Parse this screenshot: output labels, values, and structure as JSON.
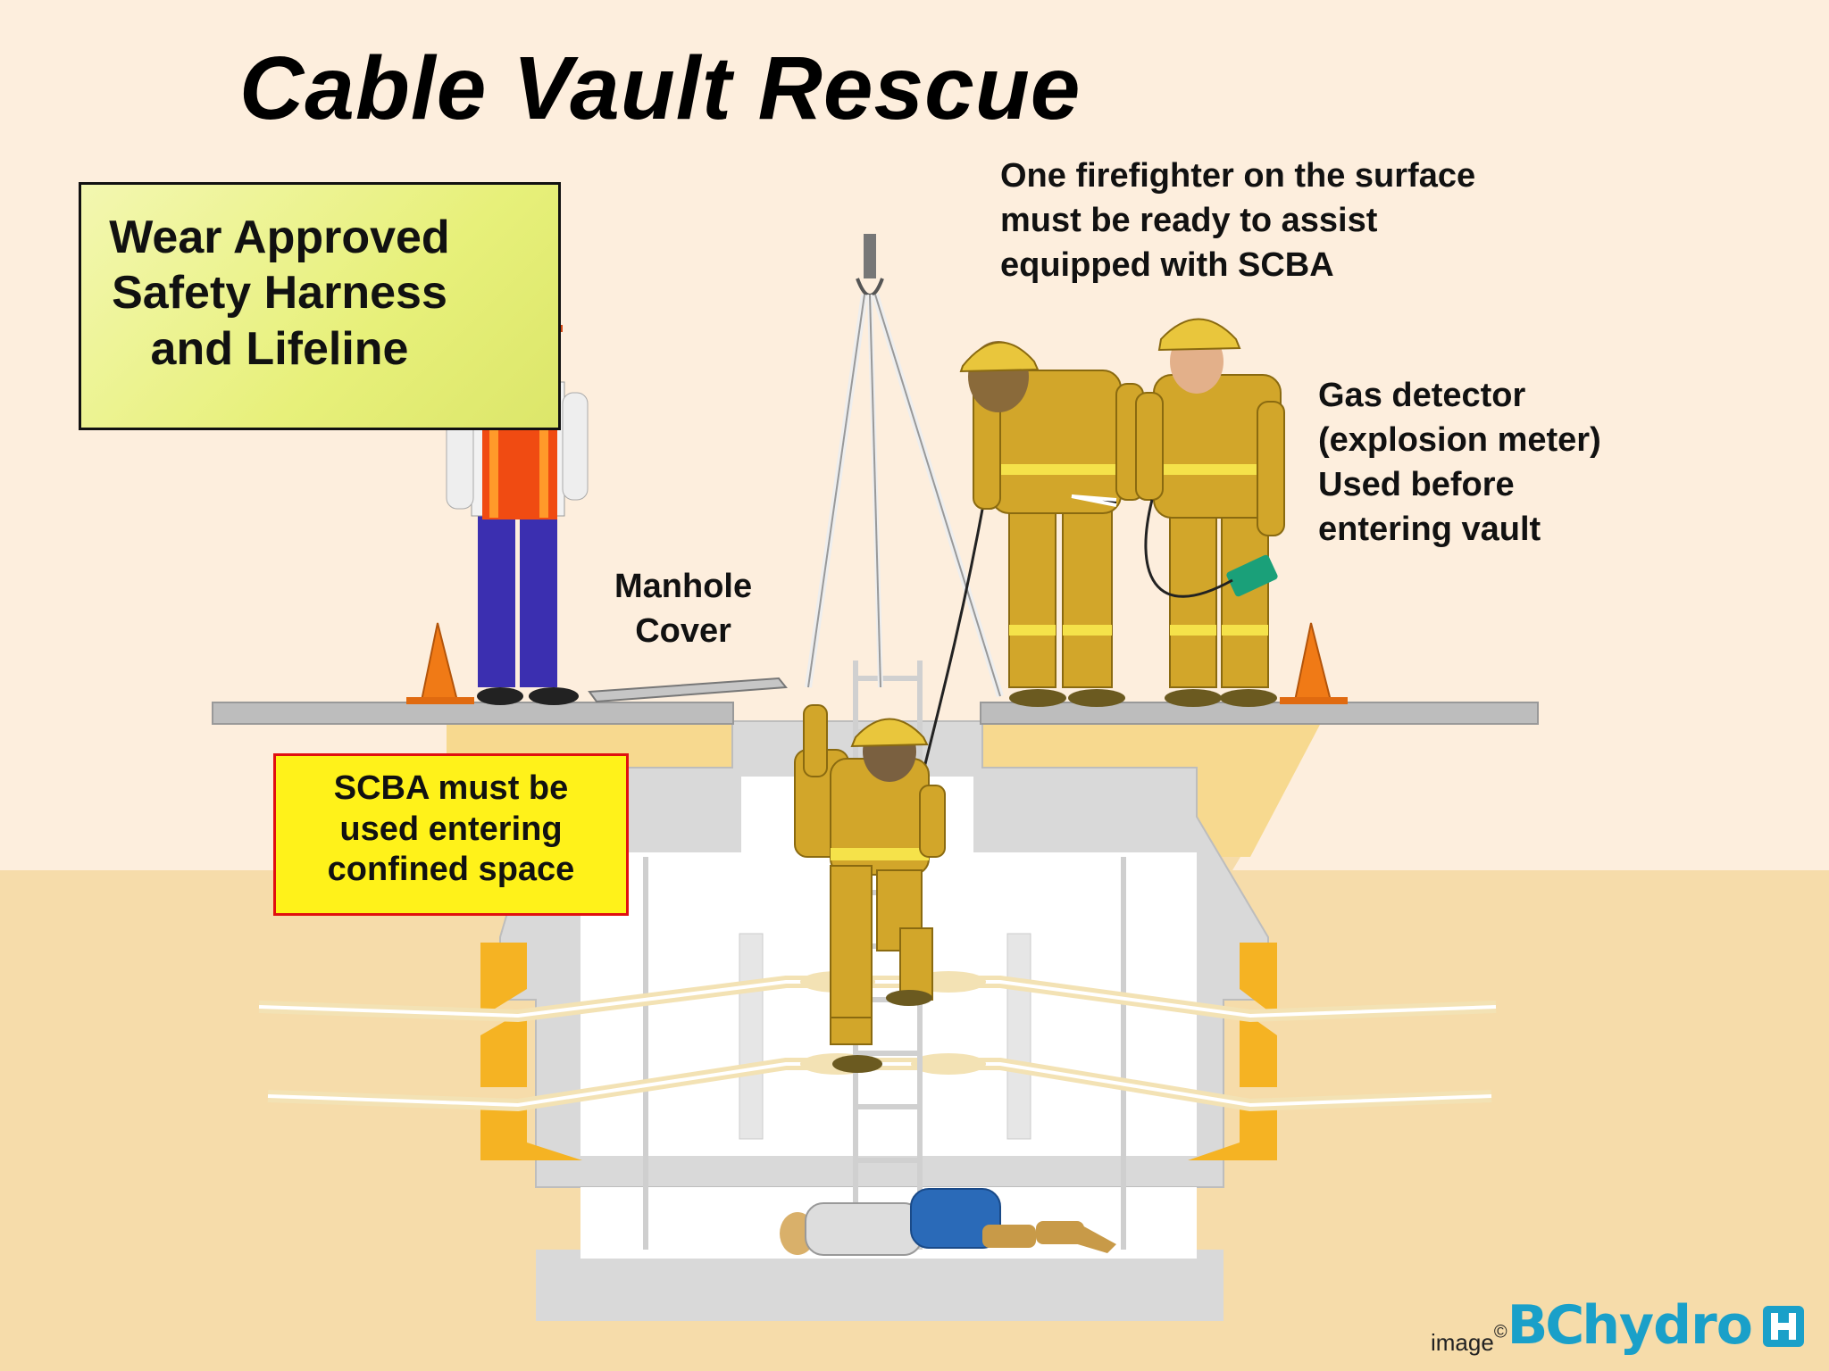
{
  "title": "Cable Vault Rescue",
  "callouts": {
    "harness": [
      "Wear Approved",
      "Safety Harness",
      "and Lifeline"
    ],
    "scba": [
      "SCBA must be",
      "used entering",
      "confined space"
    ],
    "firefighter": [
      "One firefighter on the surface",
      "must be ready to assist",
      "equipped with SCBA"
    ],
    "gas_detector": [
      "Gas detector",
      "(explosion meter)",
      "Used before",
      "entering vault"
    ],
    "manhole": [
      "Manhole",
      "Cover"
    ]
  },
  "credit": {
    "prefix": "image",
    "copyright": "©",
    "brand_bc": "BC",
    "brand_hydro": "hydro"
  },
  "colors": {
    "background": "#fdeedd",
    "ground": "#f7d98f",
    "concrete": "#d9d9d9",
    "vault_interior": "#ffffff",
    "turnout_gear": "#d2a62a",
    "safety_orange": "#f07a16",
    "harness_box": "#e7f07a",
    "scba_box": "#fff21a",
    "scba_border": "#e01010",
    "brand": "#1aa0c9"
  }
}
